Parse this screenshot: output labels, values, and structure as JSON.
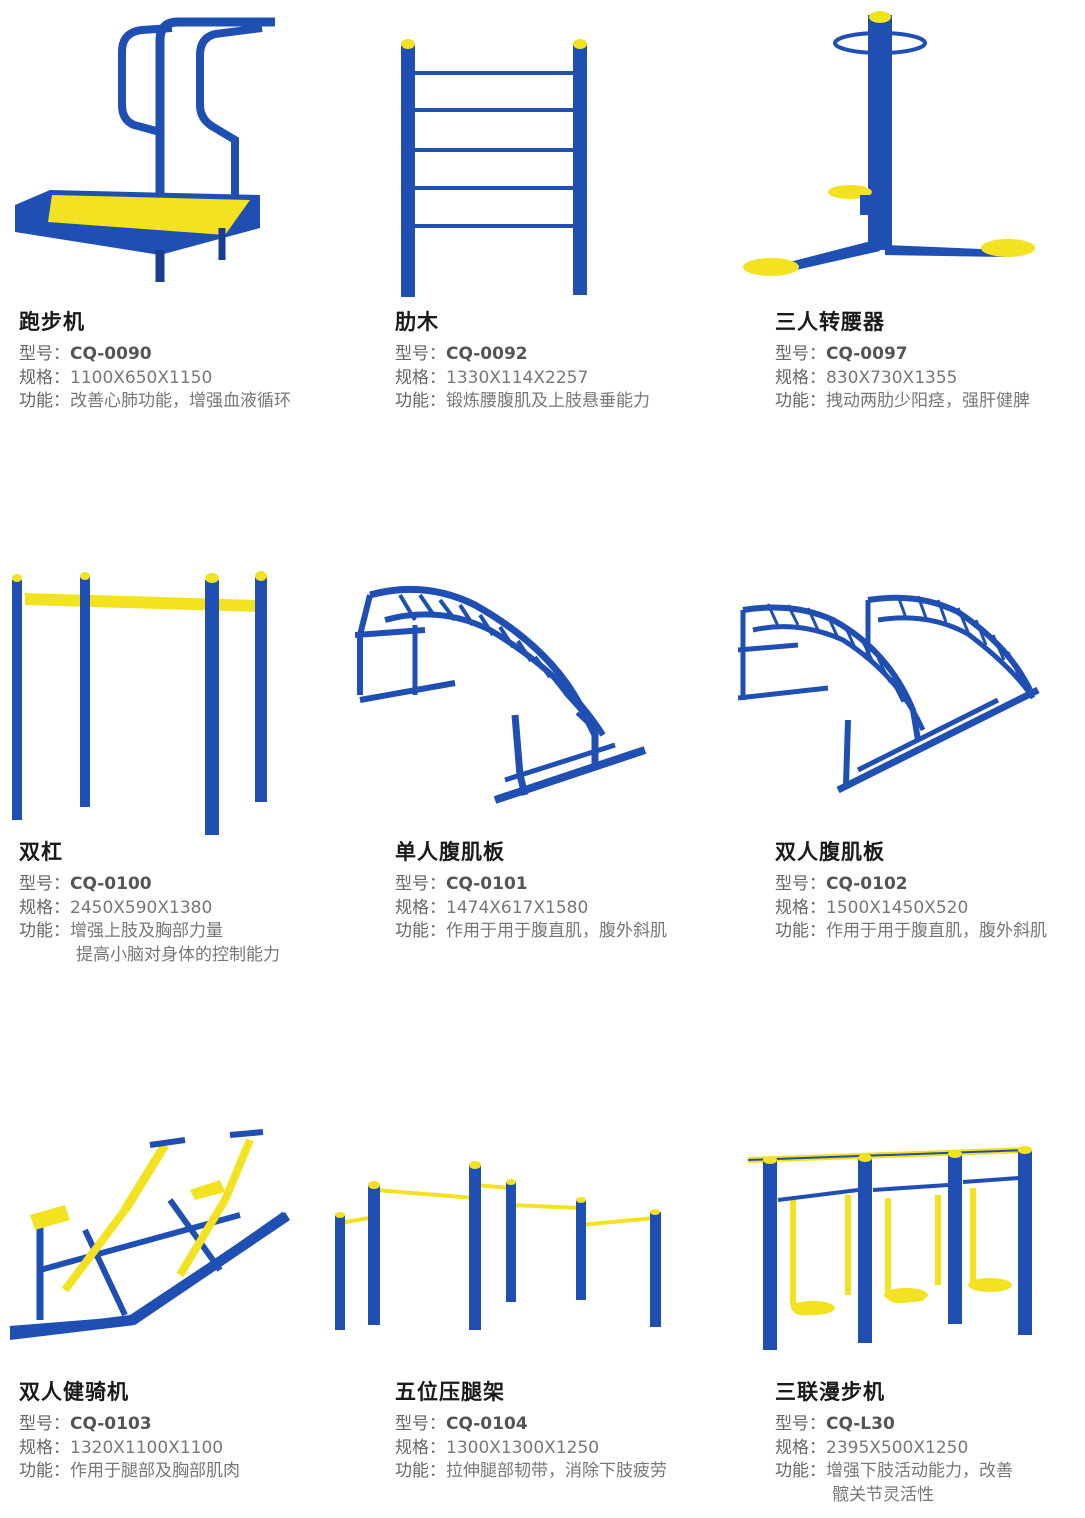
{
  "products": [
    {
      "name": "跑步机",
      "model_label": "型号：",
      "model": "CQ-0090",
      "size_label": "规格：",
      "size": "1100X650X1150",
      "func_label": "功能：",
      "func": [
        "改善心肺功能，增强血液循环"
      ]
    },
    {
      "name": "肋木",
      "model_label": "型号：",
      "model": "CQ-0092",
      "size_label": "规格：",
      "size": "1330X114X2257",
      "func_label": "功能：",
      "func": [
        "锻炼腰腹肌及上肢悬垂能力"
      ]
    },
    {
      "name": "三人转腰器",
      "model_label": "型号：",
      "model": "CQ-0097",
      "size_label": "规格：",
      "size": "830X730X1355",
      "func_label": "功能：",
      "func": [
        "拽动两肋少阳痉，强肝健脾"
      ]
    },
    {
      "name": "双杠",
      "model_label": "型号：",
      "model": "CQ-0100",
      "size_label": "规格：",
      "size": "2450X590X1380",
      "func_label": "功能：",
      "func": [
        "增强上肢及胸部力量",
        "提高小脑对身体的控制能力"
      ]
    },
    {
      "name": "单人腹肌板",
      "model_label": "型号：",
      "model": "CQ-0101",
      "size_label": "规格：",
      "size": "1474X617X1580",
      "func_label": "功能：",
      "func": [
        "作用于用于腹直肌，腹外斜肌"
      ]
    },
    {
      "name": "双人腹肌板",
      "model_label": "型号：",
      "model": "CQ-0102",
      "size_label": "规格：",
      "size": "1500X1450X520",
      "func_label": "功能：",
      "func": [
        "作用于用于腹直肌，腹外斜肌"
      ]
    },
    {
      "name": "双人健骑机",
      "model_label": "型号：",
      "model": "CQ-0103",
      "size_label": "规格：",
      "size": "1320X1100X1100",
      "func_label": "功能：",
      "func": [
        "作用于腿部及胸部肌肉"
      ]
    },
    {
      "name": "五位压腿架",
      "model_label": "型号：",
      "model": "CQ-0104",
      "size_label": "规格：",
      "size": "1300X1300X1250",
      "func_label": "功能：",
      "func": [
        "拉伸腿部韧带，消除下肢疲劳"
      ]
    },
    {
      "name": "三联漫步机",
      "model_label": "型号：",
      "model": "CQ-L30",
      "size_label": "规格：",
      "size": "2395X500X1250",
      "func_label": "功能：",
      "func": [
        "增强下肢活动能力，改善",
        "髋关节灵活性"
      ]
    }
  ],
  "colors": {
    "blue": "#1f4fb3",
    "blue_dark": "#173d8f",
    "yellow": "#f3e21f",
    "yellow_dark": "#d8c512"
  }
}
